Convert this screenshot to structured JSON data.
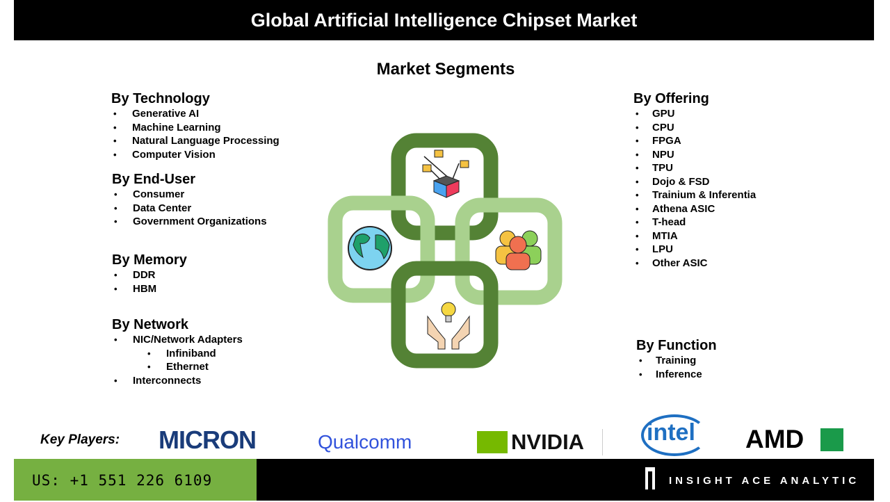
{
  "header": {
    "title": "Global Artificial Intelligence Chipset Market"
  },
  "subtitle": "Market Segments",
  "segments": {
    "technology": {
      "title": "By Technology",
      "items": [
        "Generative AI",
        "Machine Learning",
        "Natural Language Processing",
        "Computer Vision"
      ]
    },
    "end_user": {
      "title": "By End-User",
      "items": [
        "Consumer",
        "Data Center",
        "Government Organizations"
      ]
    },
    "memory": {
      "title": "By Memory",
      "items": [
        "DDR",
        "HBM"
      ]
    },
    "network": {
      "title": "By Network",
      "items": [
        "NIC/Network Adapters",
        "Infiniband",
        "Ethernet",
        "Interconnects"
      ]
    },
    "offering": {
      "title": "By Offering",
      "items": [
        "GPU",
        "CPU",
        "FPGA",
        "NPU",
        "TPU",
        "Dojo & FSD",
        "Trainium & Inferentia",
        "Athena ASIC",
        "T-head",
        "MTIA",
        "LPU",
        "Other ASIC"
      ]
    },
    "function": {
      "title": "By Function",
      "items": [
        "Training",
        "Inference"
      ]
    }
  },
  "key_players": {
    "label": "Key Players:",
    "logos": [
      "MICRON",
      "Qualcomm",
      "NVIDIA",
      "intel",
      "AMD"
    ]
  },
  "footer": {
    "phone": "US: +1 551 226 6109",
    "brand": "INSIGHT ACE ANALYTIC"
  },
  "colors": {
    "dark_green": "#548235",
    "light_green": "#a9d18e",
    "footer_green": "#76b041"
  }
}
